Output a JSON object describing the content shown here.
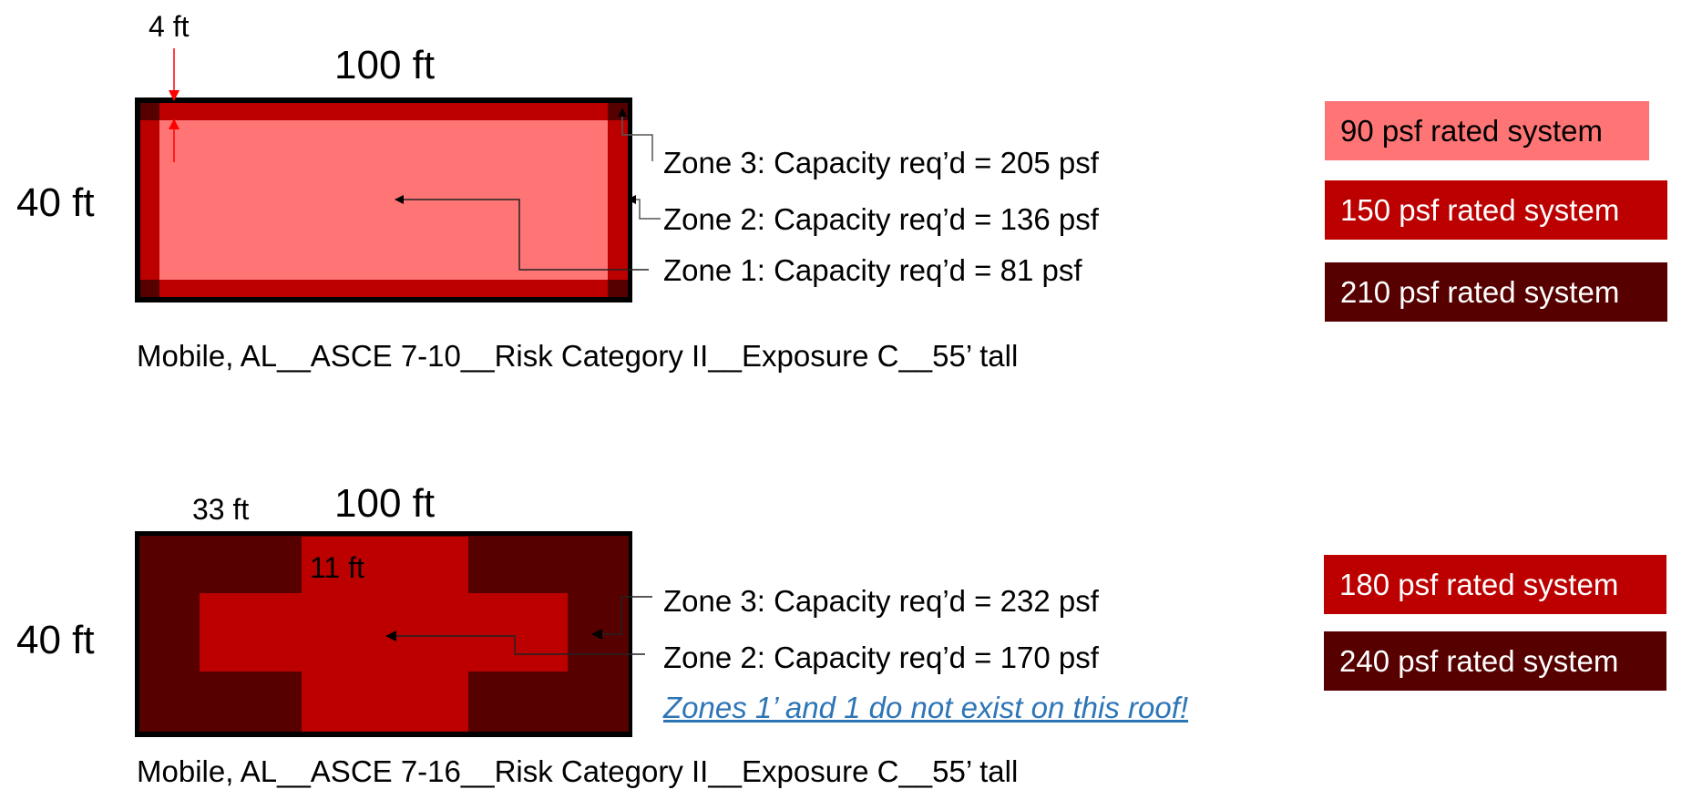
{
  "colors": {
    "zone1_light": "#ff7575",
    "zone2_red": "#bc0000",
    "zone3_dark": "#570000",
    "border": "#000000",
    "dimension_arrow": "#ff0000",
    "note_blue": "#2e75b6"
  },
  "diagram_top": {
    "width_label": "100 ft",
    "height_label": "40 ft",
    "edge_dim_label": "4 ft",
    "zones": [
      {
        "id": "zone3",
        "label": "Zone 3: Capacity req’d = 205 psf"
      },
      {
        "id": "zone2",
        "label": "Zone 2: Capacity req’d = 136 psf"
      },
      {
        "id": "zone1",
        "label": "Zone 1: Capacity req’d = 81 psf"
      }
    ],
    "caption": "Mobile, AL__ASCE 7-10__Risk Category II__Exposure C__55’ tall",
    "legend": [
      {
        "label": "90 psf rated system",
        "color": "#ff7575",
        "text_color": "#000000"
      },
      {
        "label": "150 psf rated system",
        "color": "#bc0000",
        "text_color": "#ffffff"
      },
      {
        "label": "210 psf rated system",
        "color": "#570000",
        "text_color": "#ffffff"
      }
    ]
  },
  "diagram_bottom": {
    "width_label": "100 ft",
    "height_label": "40 ft",
    "corner_dim_label": "33 ft",
    "inner_dim_label": "11 ft",
    "zones": [
      {
        "id": "zone3",
        "label": "Zone 3: Capacity req’d = 232 psf"
      },
      {
        "id": "zone2",
        "label": "Zone 2: Capacity req’d = 170 psf"
      }
    ],
    "note": "Zones 1’ and 1 do not exist on this roof!",
    "caption": "Mobile, AL__ASCE 7-16__Risk Category II__Exposure C__55’ tall",
    "legend": [
      {
        "label": "180 psf rated system",
        "color": "#bc0000",
        "text_color": "#ffffff"
      },
      {
        "label": "240 psf rated system",
        "color": "#570000",
        "text_color": "#ffffff"
      }
    ]
  }
}
